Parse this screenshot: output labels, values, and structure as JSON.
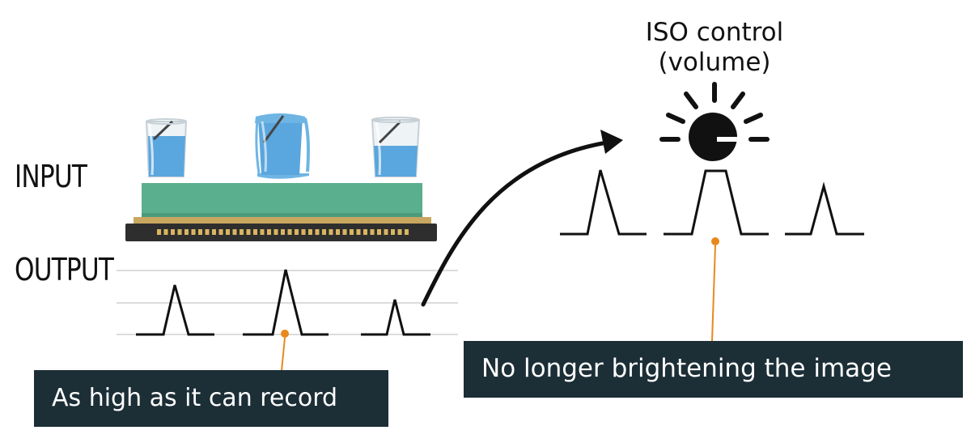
{
  "labels": {
    "input": "INPUT",
    "output": "OUTPUT",
    "iso_control": "ISO control (volume)"
  },
  "captions": {
    "left": "As high as it can record",
    "right": "No longer brightening the image"
  },
  "colors": {
    "water": "#5aa6de",
    "sensor_green": "#5aaf8e",
    "sensor_gold": "#c9a760",
    "sensor_dark": "#2e2e2e",
    "caption_bg": "#1c2e36",
    "pointer_orange": "#e8891d"
  },
  "icons": [
    "bucket-icon",
    "overflowing-bucket-icon",
    "iso-knob-icon",
    "curved-arrow-icon"
  ]
}
